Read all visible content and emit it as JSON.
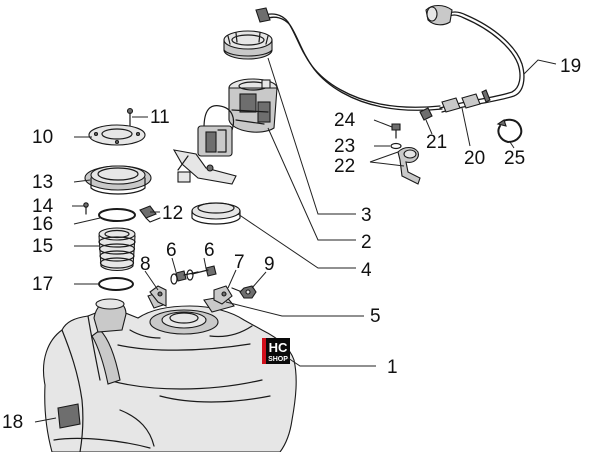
{
  "callouts": [
    "1",
    "2",
    "3",
    "4",
    "5",
    "6",
    "6",
    "7",
    "8",
    "9",
    "10",
    "11",
    "12",
    "13",
    "14",
    "15",
    "16",
    "17",
    "18",
    "19",
    "20",
    "21",
    "22",
    "23",
    "24",
    "25"
  ],
  "logo": {
    "line1": "HC",
    "line2": "SHOP",
    "accent": "#d0101c",
    "background": "#0a0a0a"
  },
  "colors": {
    "line": "#1a1a1a",
    "shade": "#c9c9c9",
    "light": "#e6e6e6",
    "dark": "#6e6e6e"
  }
}
